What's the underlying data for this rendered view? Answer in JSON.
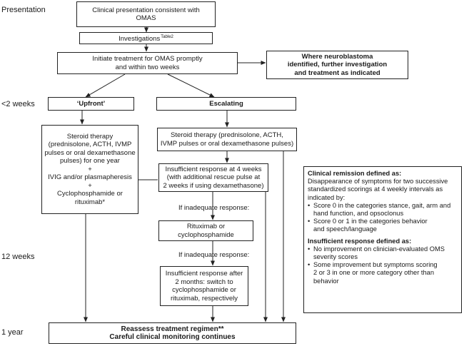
{
  "timeline": {
    "presentation": "Presentation",
    "two_weeks": "<2 weeks",
    "twelve_weeks": "12 weeks",
    "one_year": "1 year"
  },
  "boxes": {
    "clinical_presentation": [
      "Clinical presentation consistent with",
      "OMAS"
    ],
    "investigations": "Investigations",
    "investigations_sup": "Table2",
    "initiate_treatment": [
      "Initiate treatment for OMAS promptly",
      "and within two weeks"
    ],
    "neuroblastoma": [
      "Where neuroblastoma",
      "identified, further investigation",
      "and treatment as indicated"
    ],
    "upfront": "‘Upfront’",
    "escalating": "Escalating",
    "upfront_therapy": [
      "Steroid therapy",
      "(prednisolone, ACTH, IVMP",
      "pulses or oral dexamethasone",
      "pulses) for one year",
      "+",
      "IVIG and/or plasmapheresis",
      "+",
      "Cyclophosphamide or",
      "rituximab*"
    ],
    "escalating_steroid": [
      "Steroid therapy (prednisolone, ACTH,",
      "IVMP pulses or oral dexamethasone pulses)"
    ],
    "insufficient_4wk": [
      "Insufficient response at 4 weeks",
      "(with additional rescue pulse at",
      "2 weeks if using dexamethasone)"
    ],
    "if_inadequate_1": "If inadequate response:",
    "rituximab": [
      "Rituximab or",
      "cyclophosphamide"
    ],
    "if_inadequate_2": "If inadequate response:",
    "insufficient_2mo": [
      "Insufficient response after",
      "2 months: switch to",
      "cyclophosphamide or",
      "rituximab, respectively"
    ],
    "reassess": [
      "Reassess treatment regimen**",
      "Careful clinical monitoring continues"
    ]
  },
  "definitions": {
    "remission_title": "Clinical remission defined as:",
    "remission_intro": [
      "Disappearance of symptoms for two successive",
      "standardized scorings at 4 weekly intervals as",
      "indicated by:"
    ],
    "remission_items": [
      [
        "Score 0 in the categories stance, gait, arm and",
        "hand function, and opsoclonus"
      ],
      [
        "Score 0 or 1 in the categories behavior",
        "and speech/language"
      ]
    ],
    "insufficient_title": "Insufficient response defined as:",
    "insufficient_items": [
      [
        "No improvement on clinician-evaluated OMS",
        "severity scores"
      ],
      [
        "Some improvement but symptoms scoring",
        "2 or 3 in one or more category other than",
        "behavior"
      ]
    ]
  }
}
